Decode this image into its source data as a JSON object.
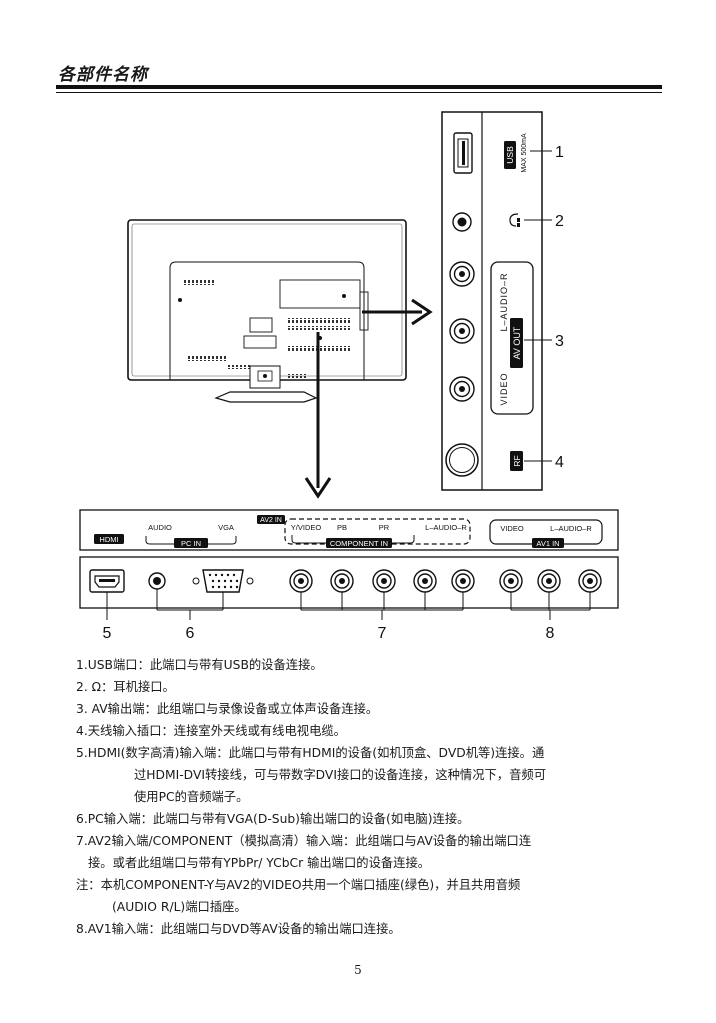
{
  "page": {
    "title": "各部件名称",
    "page_number": "5"
  },
  "side_panel": {
    "usb_label": "USB",
    "usb_max": "MAX 500mA",
    "headphone_glyph": "♎",
    "audio_label": "L–AUDIO–R",
    "video_label": "VIDEO",
    "av_out_label": "AV OUT",
    "rf_label": "RF",
    "callouts": [
      "1",
      "2",
      "3",
      "4"
    ]
  },
  "bottom_panel": {
    "hdmi_label": "HDMI",
    "audio_label": "AUDIO",
    "vga_label": "VGA",
    "pc_in_label": "PC IN",
    "av2_in_label": "AV2 IN",
    "yvideo_label": "Y/VIDEO",
    "pb_label": "PB",
    "pr_label": "PR",
    "comp_audio_label": "L–AUDIO–R",
    "component_in_label": "COMPONENT IN",
    "av1_video_label": "VIDEO",
    "av1_audio_label": "L–AUDIO–R",
    "av1_in_label": "AV1 IN",
    "callouts": [
      "5",
      "6",
      "7",
      "8"
    ]
  },
  "notes": {
    "n1": "1.USB端口：此端口与带有USB的设备连接。",
    "n2_prefix": "2.",
    "n2_icon": "Ω",
    "n2_text": "：耳机接口。",
    "n3": "3. AV输出端：此组端口与录像设备或立体声设备连接。",
    "n4": "4.天线输入插口：连接室外天线或有线电视电缆。",
    "n5_line1": "5.HDMI(数字高清)输入端：此端口与带有HDMI的设备(如机顶盒、DVD机等)连接。通",
    "n5_line2": "过HDMI-DVI转接线，可与带数字DVI接口的设备连接，这种情况下，音频可",
    "n5_line3": "使用PC的音频端子。",
    "n6": "6.PC输入端：此端口与带有VGA(D-Sub)输出端口的设备(如电脑)连接。",
    "n7_line1": "7.AV2输入端/COMPONENT（模拟高清）输入端：此组端口与AV设备的输出端口连",
    "n7_line2": "接。或者此组端口与带有YPbPr/ YCbCr 输出端口的设备连接。",
    "note_line1": "注：本机COMPONENT-Y与AV2的VIDEO共用一个端口插座(绿色)，并且共用音频",
    "note_line2": "(AUDIO R/L)端口插座。",
    "n8": "8.AV1输入端：此组端口与DVD等AV设备的输出端口连接。"
  }
}
